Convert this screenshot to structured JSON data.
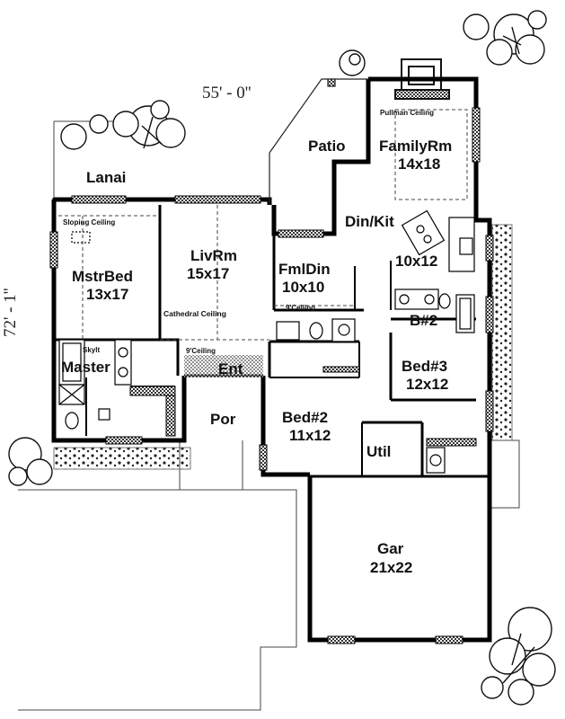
{
  "dimensions": {
    "width_label": "55' - 0''",
    "depth_label": "72' - 1''"
  },
  "rooms": {
    "lanai": {
      "name": "Lanai"
    },
    "master_bed": {
      "name": "MstrBed",
      "size": "13x17"
    },
    "master_bath": {
      "name": "Master"
    },
    "living": {
      "name": "LivRm",
      "size": "15x17"
    },
    "formal_dining": {
      "name": "FmlDin",
      "size": "10x10"
    },
    "patio": {
      "name": "Patio"
    },
    "family": {
      "name": "FamilyRm",
      "size": "14x18"
    },
    "din_kit": {
      "name": "Din/Kit",
      "size": "10x12"
    },
    "bath2": {
      "name": "B#2"
    },
    "bed3": {
      "name": "Bed#3",
      "size": "12x12"
    },
    "entry": {
      "name": "Ent"
    },
    "porch": {
      "name": "Por"
    },
    "bed2": {
      "name": "Bed#2",
      "size": "11x12"
    },
    "utility": {
      "name": "Util"
    },
    "garage": {
      "name": "Gar",
      "size": "21x22"
    }
  },
  "notes": {
    "pullman_ceiling": "Pullman Ceiling",
    "sloping_ceiling": "Sloping Ceiling",
    "cathedral_ceiling": "Cathedral Ceiling",
    "nine_ceiling_din": "9'Ceiling",
    "nine_ceiling_ent": "9'Ceiling",
    "skylite": "Skylt"
  }
}
